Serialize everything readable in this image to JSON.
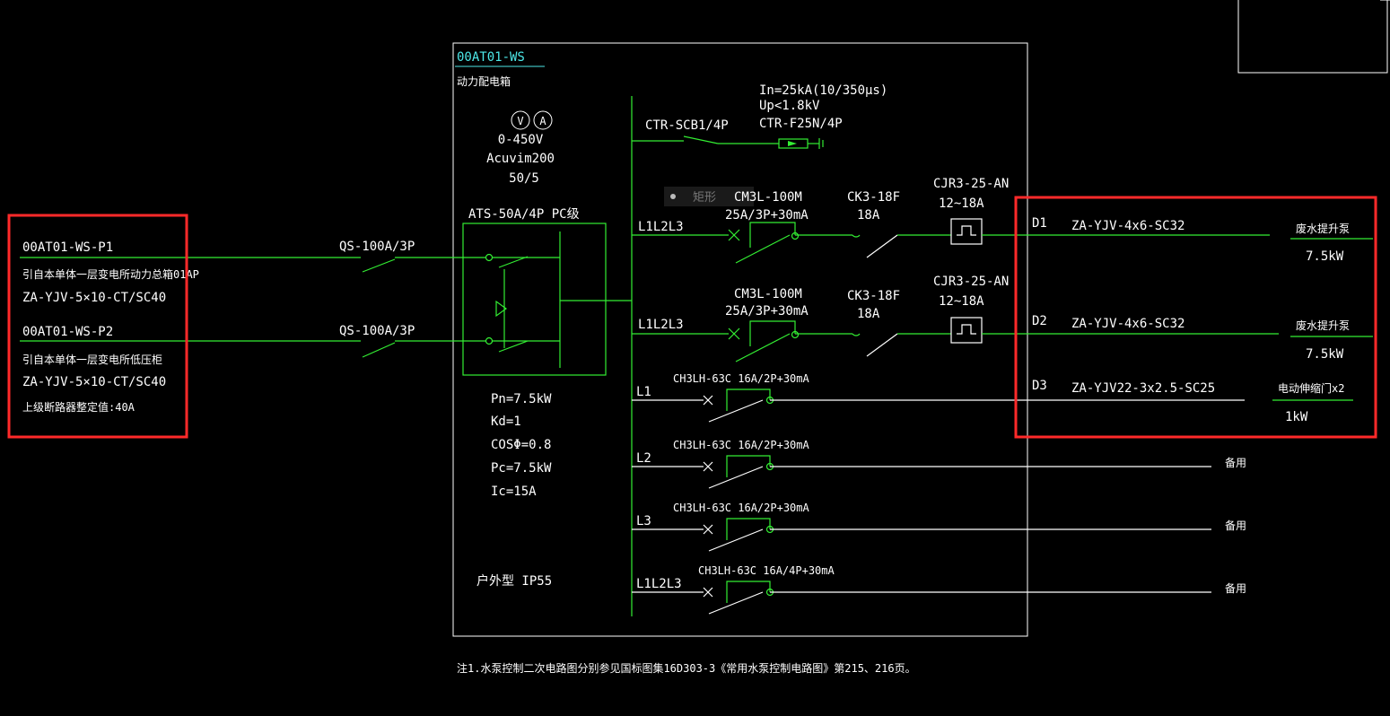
{
  "panel": {
    "id": "00AT01-WS",
    "name": "动力配电箱",
    "meter_v": "V",
    "meter_a": "A",
    "meter_range": "0-450V",
    "meter_model": "Acuvim200",
    "meter_ct": "50/5",
    "ats_label": "ATS-50A/4P PC级",
    "calc": [
      "Pn=7.5kW",
      "Kd=1",
      "COSΦ=0.8",
      "Pc=7.5kW",
      "Ic=15A"
    ],
    "enclosure": "户外型 IP55"
  },
  "spd": {
    "rating_1": "In=25kA(10/350μs)",
    "rating_2": "Up<1.8kV",
    "model": "CTR-F25N/4P",
    "breaker": "CTR-SCB1/4P"
  },
  "incoming": [
    {
      "id": "00AT01-WS-P1",
      "source": "引自本单体一层变电所动力总箱01AP",
      "cable": "ZA-YJV-5×10-CT/SC40",
      "switch": "QS-100A/3P",
      "note": ""
    },
    {
      "id": "00AT01-WS-P2",
      "source": "引自本单体一层变电所低压柜",
      "cable": "ZA-YJV-5×10-CT/SC40",
      "switch": "QS-100A/3P",
      "note": "上级断路器整定值:40A"
    }
  ],
  "circuits": [
    {
      "phase": "L1L2L3",
      "breaker_model": "CM3L-100M",
      "breaker_rating": "25A/3P+30mA",
      "contactor": "CK3-18F",
      "contactor_rating": "18A",
      "relay": "CJR3-25-AN",
      "relay_range": "12~18A",
      "no": "D1",
      "cable": "ZA-YJV-4x6-SC32",
      "load": "废水提升泵",
      "power": "7.5kW"
    },
    {
      "phase": "L1L2L3",
      "breaker_model": "CM3L-100M",
      "breaker_rating": "25A/3P+30mA",
      "contactor": "CK3-18F",
      "contactor_rating": "18A",
      "relay": "CJR3-25-AN",
      "relay_range": "12~18A",
      "no": "D2",
      "cable": "ZA-YJV-4x6-SC32",
      "load": "废水提升泵",
      "power": "7.5kW"
    },
    {
      "phase": "L1",
      "breaker": "CH3LH-63C 16A/2P+30mA",
      "no": "D3",
      "cable": "ZA-YJV22-3x2.5-SC25",
      "load": "电动伸缩门x2",
      "power": "1kW"
    },
    {
      "phase": "L2",
      "breaker": "CH3LH-63C 16A/2P+30mA",
      "load": "备用"
    },
    {
      "phase": "L3",
      "breaker": "CH3LH-63C 16A/2P+30mA",
      "load": "备用"
    },
    {
      "phase": "L1L2L3",
      "breaker": "CH3LH-63C 16A/4P+30mA",
      "load": "备用"
    }
  ],
  "tooltip": "矩形",
  "note": "注1.水泵控制二次电路图分别参见国标图集16D303-3《常用水泵控制电路图》第215、216页。",
  "colors": {
    "background": "#000000",
    "wire": "#33ee33",
    "text": "#ffffff",
    "title": "#4de8e8",
    "highlight": "#ff2a2a"
  }
}
